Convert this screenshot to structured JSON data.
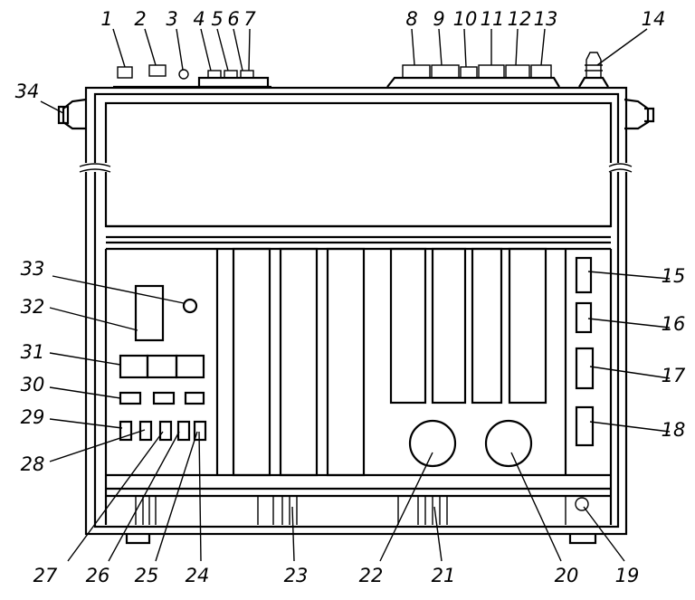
{
  "figure": {
    "callouts": {
      "c1": "1",
      "c2": "2",
      "c3": "3",
      "c4": "4",
      "c5": "5",
      "c6": "6",
      "c7": "7",
      "c8": "8",
      "c9": "9",
      "c10": "10",
      "c11": "11",
      "c12": "12",
      "c13": "13",
      "c14": "14",
      "c15": "15",
      "c16": "16",
      "c17": "17",
      "c18": "18",
      "c19": "19",
      "c20": "20",
      "c21": "21",
      "c22": "22",
      "c23": "23",
      "c24": "24",
      "c25": "25",
      "c26": "26",
      "c27": "27",
      "c28": "28",
      "c29": "29",
      "c30": "30",
      "c31": "31",
      "c32": "32",
      "c33": "33",
      "c34": "34"
    }
  }
}
